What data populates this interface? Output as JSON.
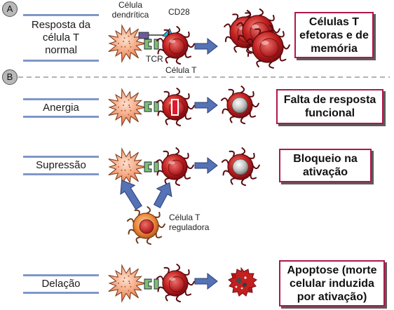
{
  "sections": {
    "a": "A",
    "b": "B"
  },
  "panel_a": {
    "label": "Resposta da célula T normal",
    "dendritic_label": "Célula dendrítica",
    "cd28_label": "CD28",
    "tcr_label": "TCR",
    "tcell_label": "Célula T",
    "outcome": "Células T efetoras e de memória"
  },
  "rows": [
    {
      "label": "Anergia",
      "outcome": "Falta de resposta funcional"
    },
    {
      "label": "Supressão",
      "outcome": "Bloqueio na ativação"
    },
    {
      "label": "Delação",
      "outcome": "Apoptose (morte celular induzida por ativação)"
    }
  ],
  "regulatory_label": "Célula T reguladora",
  "colors": {
    "outcome_border": "#b0174a",
    "tcell_red": "#c4201f",
    "dendritic_orange": "#f3a27b",
    "arrow_blue": "#5572b5",
    "label_rule": "#7f97c8"
  }
}
